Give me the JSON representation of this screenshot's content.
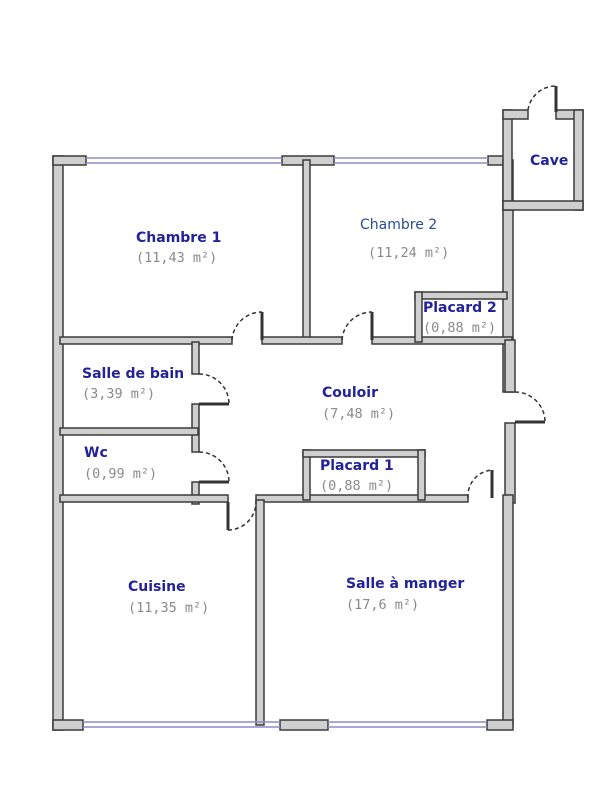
{
  "floor_plan": {
    "colors": {
      "wall_fill": "#cfcfcf",
      "wall_stroke": "#3a3a3a",
      "window": "#8c8cc8",
      "label": "#22229a",
      "area": "#8a8a8a"
    },
    "rooms": [
      {
        "id": "chambre1",
        "name": "Chambre 1",
        "area": "(11,43 m²)"
      },
      {
        "id": "chambre2",
        "name": "Chambre 2",
        "area": "(11,24 m²)"
      },
      {
        "id": "cave",
        "name": "Cave",
        "area": ""
      },
      {
        "id": "placard2",
        "name": "Placard 2",
        "area": "(0,88 m²)"
      },
      {
        "id": "salle_de_bain",
        "name": "Salle de bain",
        "area": "(3,39 m²)"
      },
      {
        "id": "couloir",
        "name": "Couloir",
        "area": "(7,48 m²)"
      },
      {
        "id": "wc",
        "name": "Wc",
        "area": "(0,99 m²)"
      },
      {
        "id": "placard1",
        "name": "Placard 1",
        "area": "(0,88 m²)"
      },
      {
        "id": "cuisine",
        "name": "Cuisine",
        "area": "(11,35 m²)"
      },
      {
        "id": "salle_a_manger",
        "name": "Salle à manger",
        "area": "(17,6 m²)"
      }
    ]
  }
}
